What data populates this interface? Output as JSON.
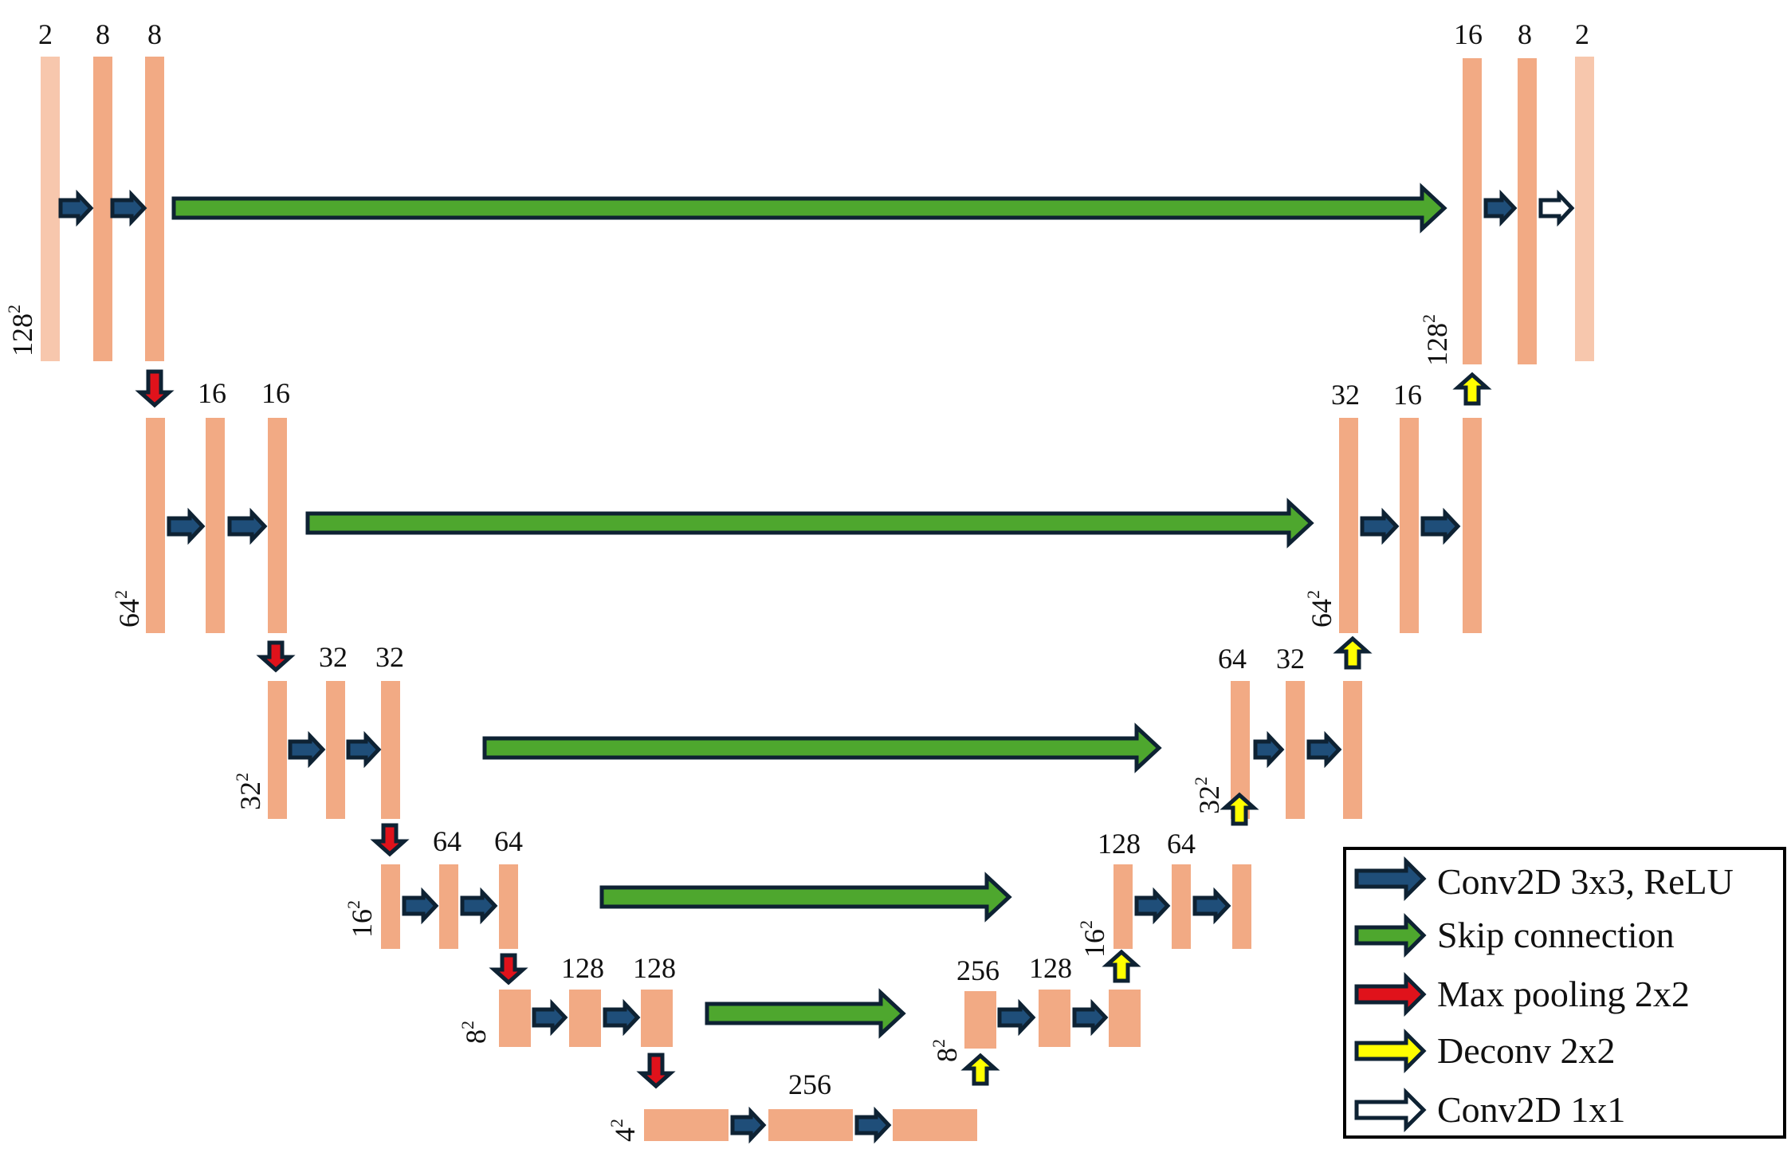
{
  "colors": {
    "layer": "#f2aa84",
    "layer_io": "#f7c7ad",
    "conv": "#1f4e79",
    "skip": "#4ea72e",
    "pool": "#e0121b",
    "deconv": "#ffff00",
    "conv1x1": "#ffffff",
    "outline": "#0e2233"
  },
  "channels": {
    "e1": [
      "2",
      "8",
      "8"
    ],
    "e2": [
      "16",
      "16"
    ],
    "e3": [
      "32",
      "32"
    ],
    "e4": [
      "64",
      "64"
    ],
    "e5": [
      "128",
      "128"
    ],
    "bottleneck": "256",
    "d5": [
      "256",
      "128"
    ],
    "d4": [
      "128",
      "64"
    ],
    "d3": [
      "64",
      "32"
    ],
    "d2": [
      "32",
      "16"
    ],
    "d1": [
      "16",
      "8",
      "2"
    ]
  },
  "resolutions": {
    "r128": "128",
    "r64": "64",
    "r32": "32",
    "r16": "16",
    "r8": "8",
    "r4": "4",
    "squared": "2"
  },
  "legend": {
    "items": [
      {
        "icon": "conv-arrow-icon",
        "label": "Conv2D 3x3, ReLU"
      },
      {
        "icon": "skip-arrow-icon",
        "label": "Skip connection"
      },
      {
        "icon": "pool-arrow-icon",
        "label": "Max pooling 2x2"
      },
      {
        "icon": "deconv-arrow-icon",
        "label": "Deconv 2x2"
      },
      {
        "icon": "conv1x1-arrow-icon",
        "label": "Conv2D 1x1"
      }
    ]
  }
}
